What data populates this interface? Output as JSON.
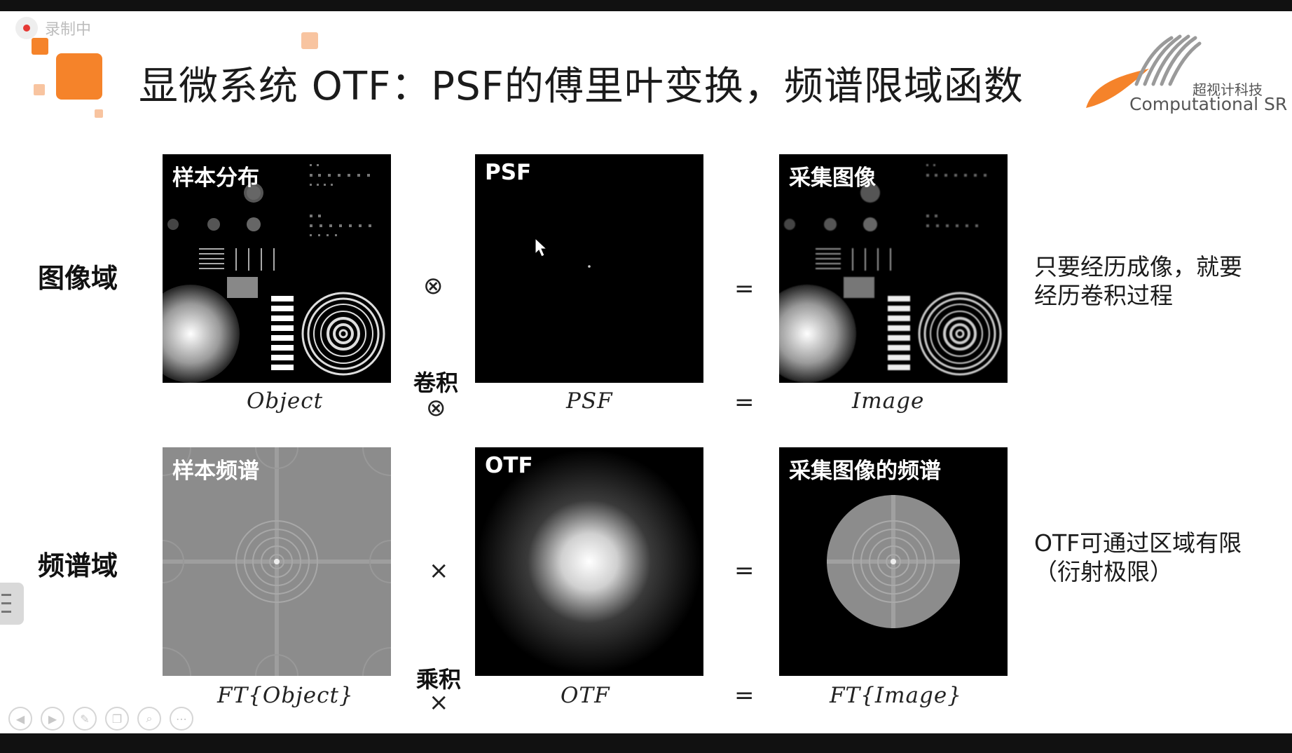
{
  "recording_label": "录制中",
  "title": "显微系统 OTF：PSF的傅里叶变换，频谱限域函数",
  "logo": {
    "cn": "超视计科技",
    "en": "Computational SR",
    "icon": "brush-stroke-logo"
  },
  "rows": {
    "image_domain": "图像域",
    "spectrum_domain": "频谱域"
  },
  "panels": {
    "object": "样本分布",
    "psf": "PSF",
    "image": "采集图像",
    "object_spectrum": "样本频谱",
    "otf": "OTF",
    "image_spectrum": "采集图像的频谱"
  },
  "captions": {
    "object": "Object",
    "psf": "PSF",
    "image": "Image",
    "ft_object": "FT{Object}",
    "otf": "OTF",
    "ft_image": "FT{Image}"
  },
  "operators": {
    "convolve": "⊗",
    "multiply": "×",
    "equals": "=",
    "convolve_label": "卷积",
    "multiply_label": "乘积"
  },
  "notes": {
    "imaging_line1": "只要经历成像，就要",
    "imaging_line2": "经历卷积过程",
    "otf_line1": "OTF可通过区域有限",
    "otf_line2": "（衍射极限）"
  },
  "controls": [
    "prev-icon",
    "next-icon",
    "pen-icon",
    "copy-icon",
    "zoom-icon",
    "more-icon"
  ],
  "colors": {
    "accent": "#f5832a",
    "accent_light": "#f8c4a0"
  }
}
